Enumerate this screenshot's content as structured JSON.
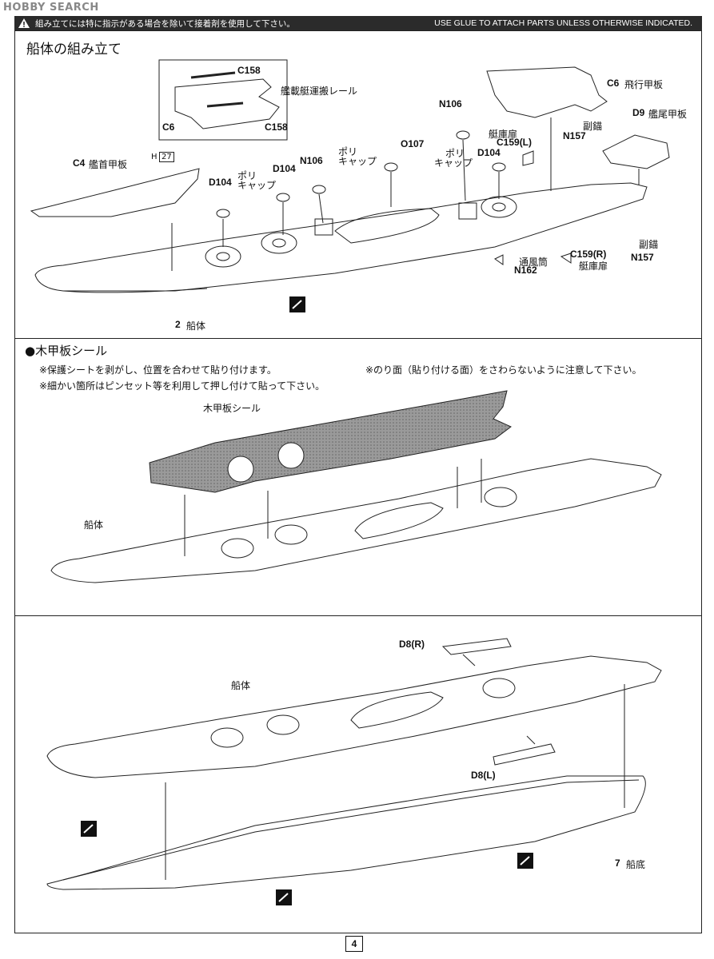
{
  "watermark": "HOBBY SEARCH",
  "header": {
    "jp": "組み立てには特に指示がある場合を除いて接着剤を使用して下さい。",
    "en": "USE GLUE TO ATTACH PARTS UNLESS OTHERWISE INDICATED."
  },
  "panel1": {
    "title": "船体の組み立て",
    "labels": {
      "c158_top": "C158",
      "rail": "艦載艇運搬レール",
      "c6_left": "C6",
      "c158_bot": "C158",
      "c6_fly": "C6",
      "fly_deck": "飛行甲板",
      "d9": "D9",
      "stern_deck": "艦尾甲板",
      "n106_a": "N106",
      "n106_b": "N106",
      "boat_door": "艇庫扉",
      "c159l": "C159(L)",
      "anchor_a": "副錨",
      "n157_a": "N157",
      "d104_a": "D104",
      "d104_b": "D104",
      "d104_c": "D104",
      "o107": "O107",
      "poly_a1": "ポリ",
      "poly_a2": "キャップ",
      "poly_b1": "ポリ",
      "poly_b2": "キャップ",
      "poly_c1": "ポリ",
      "poly_c2": "キャップ",
      "c4": "C4",
      "bow_deck": "艦首甲板",
      "h27_h": "H",
      "h27_n": "27",
      "vent": "通風筒",
      "n162": "N162",
      "c159r": "C159(R)",
      "boat_door2": "艇庫扉",
      "anchor_b": "副錨",
      "n157_b": "N157",
      "hull_num": "2",
      "hull": "船体"
    }
  },
  "panel2": {
    "title": "●木甲板シール",
    "note1": "※保護シートを剥がし、位置を合わせて貼り付けます。",
    "note2": "※のり面（貼り付ける面）をさわらないように注意して下さい。",
    "note3": "※細かい箇所はピンセット等を利用して押し付けて貼って下さい。",
    "sticker_label": "木甲板シール",
    "hull_label": "船体"
  },
  "panel3": {
    "d8r": "D8(R)",
    "hull_label": "船体",
    "d8l": "D8(L)",
    "bottom_num": "7",
    "bottom": "船底"
  },
  "page_number": "4"
}
